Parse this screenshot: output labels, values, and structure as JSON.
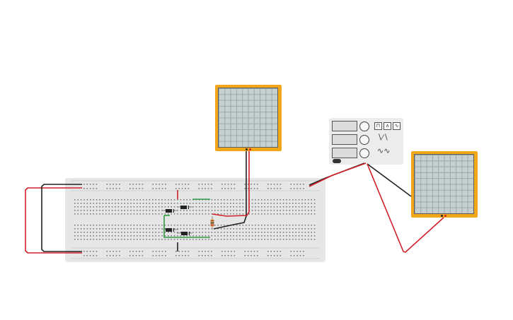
{
  "app": {
    "view": "circuit-workspace"
  },
  "components": {
    "breadboard": {
      "name": "breadboard"
    },
    "oscilloscope_1": {
      "name": "oscilloscope-1"
    },
    "oscilloscope_2": {
      "name": "oscilloscope-2"
    },
    "function_generator": {
      "name": "function-generator",
      "waveforms": [
        "square",
        "triangle",
        "sine"
      ]
    },
    "diodes": 4,
    "resistors": 1
  },
  "colors": {
    "wire_red": "#d0202a",
    "wire_black": "#222222",
    "wire_green": "#2f9e44",
    "scope_body": "#f2a71b",
    "breadboard": "#e6e6e6"
  }
}
